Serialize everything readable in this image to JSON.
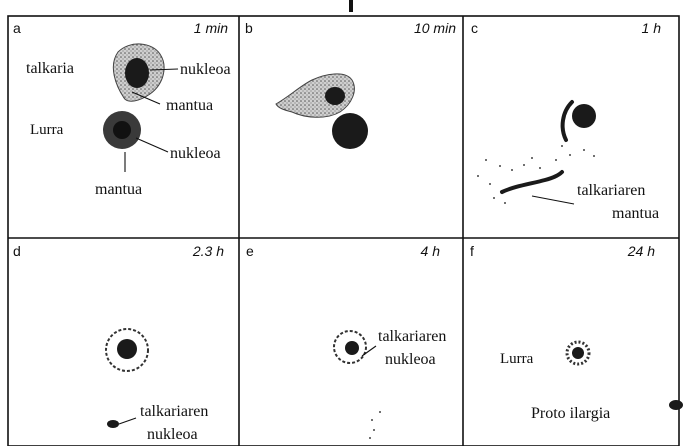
{
  "panels": [
    {
      "letter": "a",
      "time": "1 min"
    },
    {
      "letter": "b",
      "time": "10 min"
    },
    {
      "letter": "c",
      "time": "1 h"
    },
    {
      "letter": "d",
      "time": "2.3 h"
    },
    {
      "letter": "e",
      "time": "4 h"
    },
    {
      "letter": "f",
      "time": "24 h"
    }
  ],
  "labels": {
    "a_talkaria": "talkaria",
    "a_nukleoa_top": "nukleoa",
    "a_mantua_top": "mantua",
    "a_lurra": "Lurra",
    "a_nukleoa_bottom": "nukleoa",
    "a_mantua_bottom": "mantua",
    "c_line1": "talkariaren",
    "c_line2": "mantua",
    "d_line1": "talkariaren",
    "d_line2": "nukleoa",
    "e_line1": "talkariaren",
    "e_line2": "nukleoa",
    "f_lurra": "Lurra",
    "f_proto": "Proto ilargia"
  }
}
